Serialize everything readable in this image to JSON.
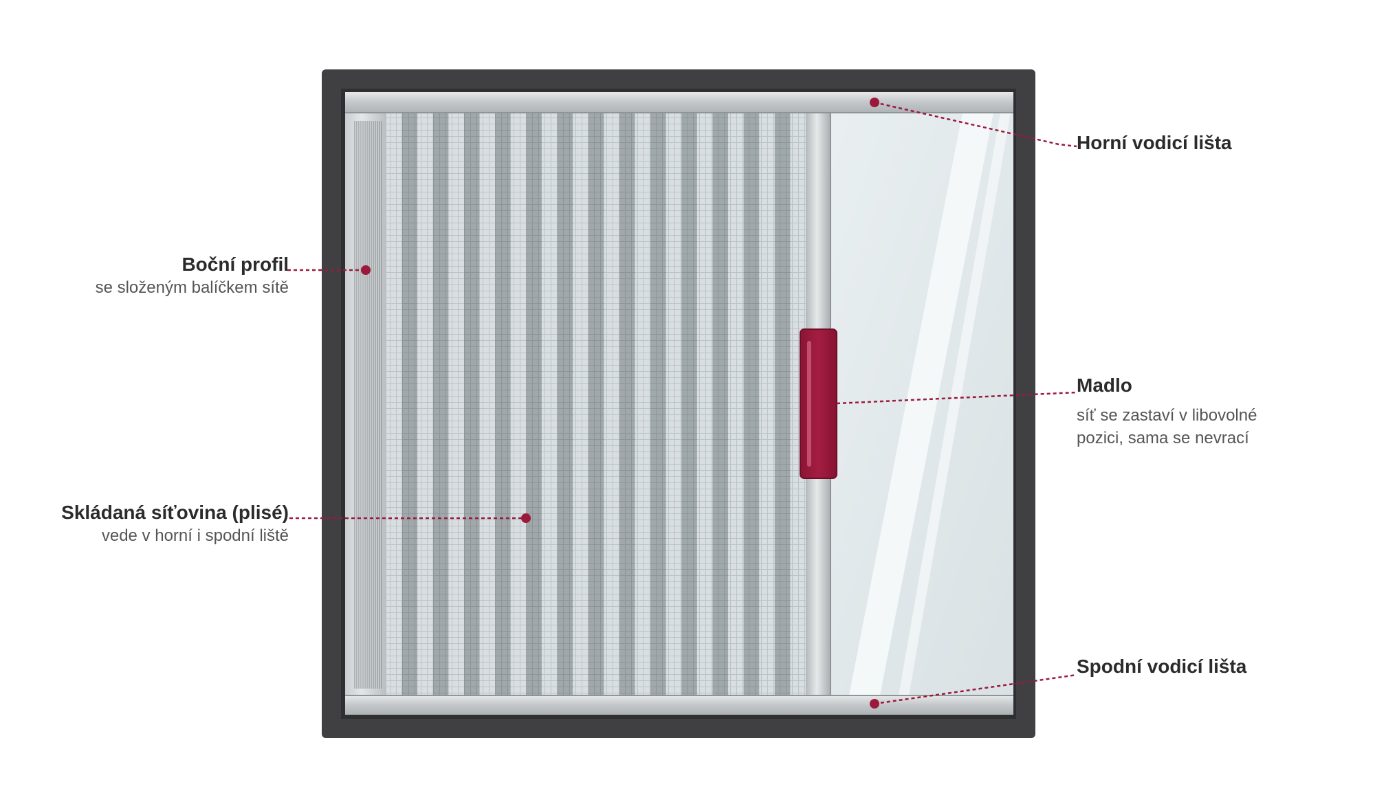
{
  "colors": {
    "frame": "#404042",
    "rail": "#c9cdcf",
    "mesh_dark": "#a1a8ab",
    "mesh_light": "#d6dcdf",
    "glass": "#e3eaec",
    "accent": "#9b1a3c",
    "text": "#2b2b2b",
    "subtext": "#555555"
  },
  "labels": {
    "side_profile": {
      "title": "Boční profil",
      "subtitle": "se složeným balíčkem sítě"
    },
    "pleated_mesh": {
      "title": "Skládaná síťovina (plisé)",
      "subtitle": "vede v horní i spodní liště"
    },
    "top_rail": {
      "title": "Horní vodicí lišta"
    },
    "handle": {
      "title": "Madlo",
      "subtitle_line1": "síť se zastaví v libovolné",
      "subtitle_line2": "pozici, sama se nevrací"
    },
    "bottom_rail": {
      "title": "Spodní vodicí lišta"
    }
  },
  "pleats": {
    "count": 27
  },
  "icons": {
    "callout_marker": "dot-icon",
    "handle": "handle-icon"
  }
}
